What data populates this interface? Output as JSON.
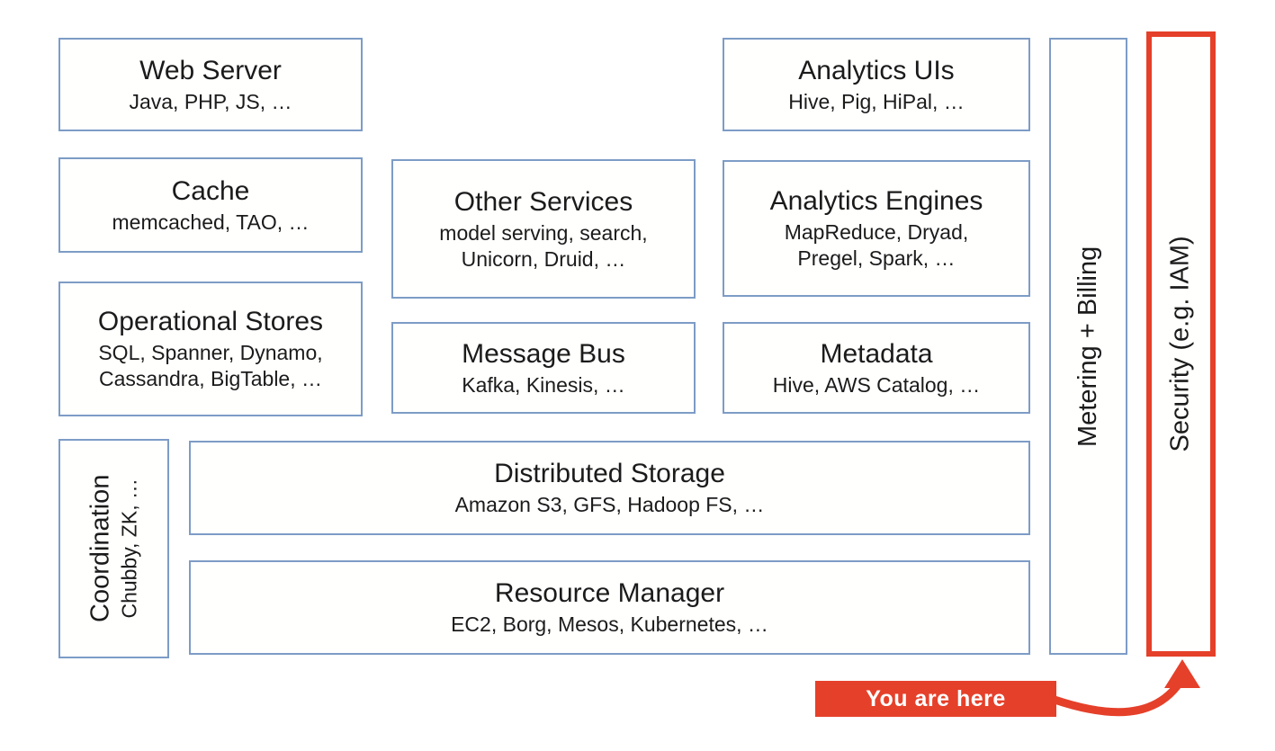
{
  "boxes": {
    "web_server": {
      "title": "Web Server",
      "subtitle": "Java, PHP, JS, …"
    },
    "analytics_uis": {
      "title": "Analytics UIs",
      "subtitle": "Hive, Pig, HiPal, …"
    },
    "cache": {
      "title": "Cache",
      "subtitle": "memcached, TAO, …"
    },
    "other_services": {
      "title": "Other Services",
      "subtitle": "model serving, search,\nUnicorn, Druid, …"
    },
    "analytics_engines": {
      "title": "Analytics Engines",
      "subtitle": "MapReduce, Dryad,\nPregel, Spark, …"
    },
    "operational_stores": {
      "title": "Operational Stores",
      "subtitle": "SQL, Spanner, Dynamo,\nCassandra, BigTable, …"
    },
    "message_bus": {
      "title": "Message Bus",
      "subtitle": "Kafka, Kinesis, …"
    },
    "metadata": {
      "title": "Metadata",
      "subtitle": "Hive, AWS Catalog, …"
    },
    "coordination": {
      "title": "Coordination",
      "subtitle": "Chubby, ZK, …"
    },
    "distributed_storage": {
      "title": "Distributed Storage",
      "subtitle": "Amazon S3, GFS, Hadoop FS, …"
    },
    "resource_manager": {
      "title": "Resource Manager",
      "subtitle": "EC2, Borg, Mesos, Kubernetes, …"
    },
    "metering_billing": {
      "title": "Metering + Billing"
    },
    "security": {
      "title": "Security (e.g. IAM)"
    }
  },
  "annotation": {
    "you_are_here": "You are here"
  },
  "colors": {
    "box_border": "#7d9cc6",
    "accent_red": "#e5402a",
    "text_primary": "#1b1b1b"
  }
}
